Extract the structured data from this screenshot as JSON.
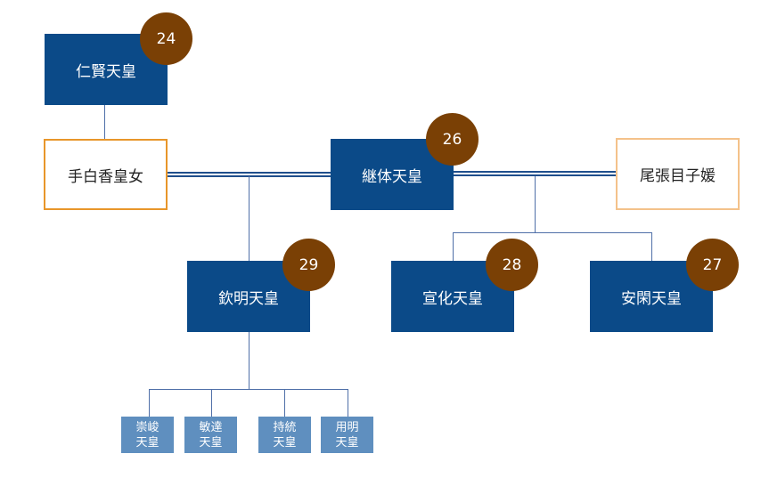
{
  "nodes": {
    "ninken": {
      "name": "仁賢天皇",
      "number": "24"
    },
    "tashiraka": {
      "name": "手白香皇女"
    },
    "keitai": {
      "name": "継体天皇",
      "number": "26"
    },
    "owari": {
      "name": "尾張目子媛"
    },
    "kinmei": {
      "name": "欽明天皇",
      "number": "29"
    },
    "senka": {
      "name": "宣化天皇",
      "number": "28"
    },
    "ankan": {
      "name": "安閑天皇",
      "number": "27"
    }
  },
  "children": [
    {
      "line1": "崇峻",
      "line2": "天皇"
    },
    {
      "line1": "敏達",
      "line2": "天皇"
    },
    {
      "line1": "持統",
      "line2": "天皇"
    },
    {
      "line1": "用明",
      "line2": "天皇"
    }
  ],
  "colors": {
    "emperor_box": "#0b4a88",
    "badge": "#7a4005",
    "consort_border": "#e8962a",
    "consort_border_light": "#f4c28a",
    "child_box": "#5f8fbf",
    "line": "#4f6fa8"
  }
}
